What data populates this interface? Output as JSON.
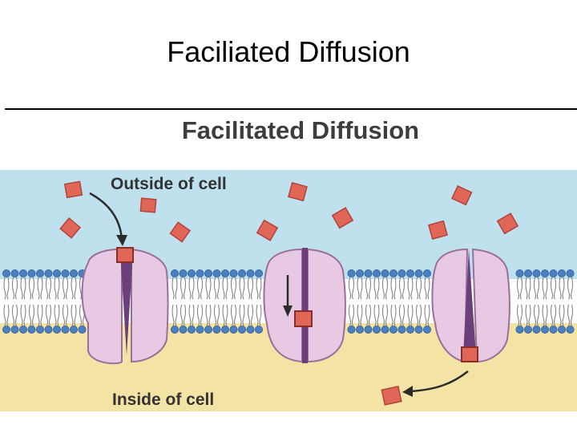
{
  "slide": {
    "title": "Faciliated Diffusion"
  },
  "figure": {
    "title": "Facilitated Diffusion",
    "outside_label": "Outside of cell",
    "inside_label": "Inside of cell",
    "colors": {
      "outside_fluid": "#bfe1ee",
      "inside_fluid": "#f3e3a4",
      "protein": "#e8c9e3",
      "protein_outline": "#9a6f9a",
      "channel": "#6b3f79",
      "solute": "#e06658",
      "phospholipid_head": "#4a7fc0",
      "arrow": "#2b2b2b"
    },
    "protein_states": [
      "open-to-outside",
      "solute-in-channel",
      "open-to-inside"
    ]
  }
}
